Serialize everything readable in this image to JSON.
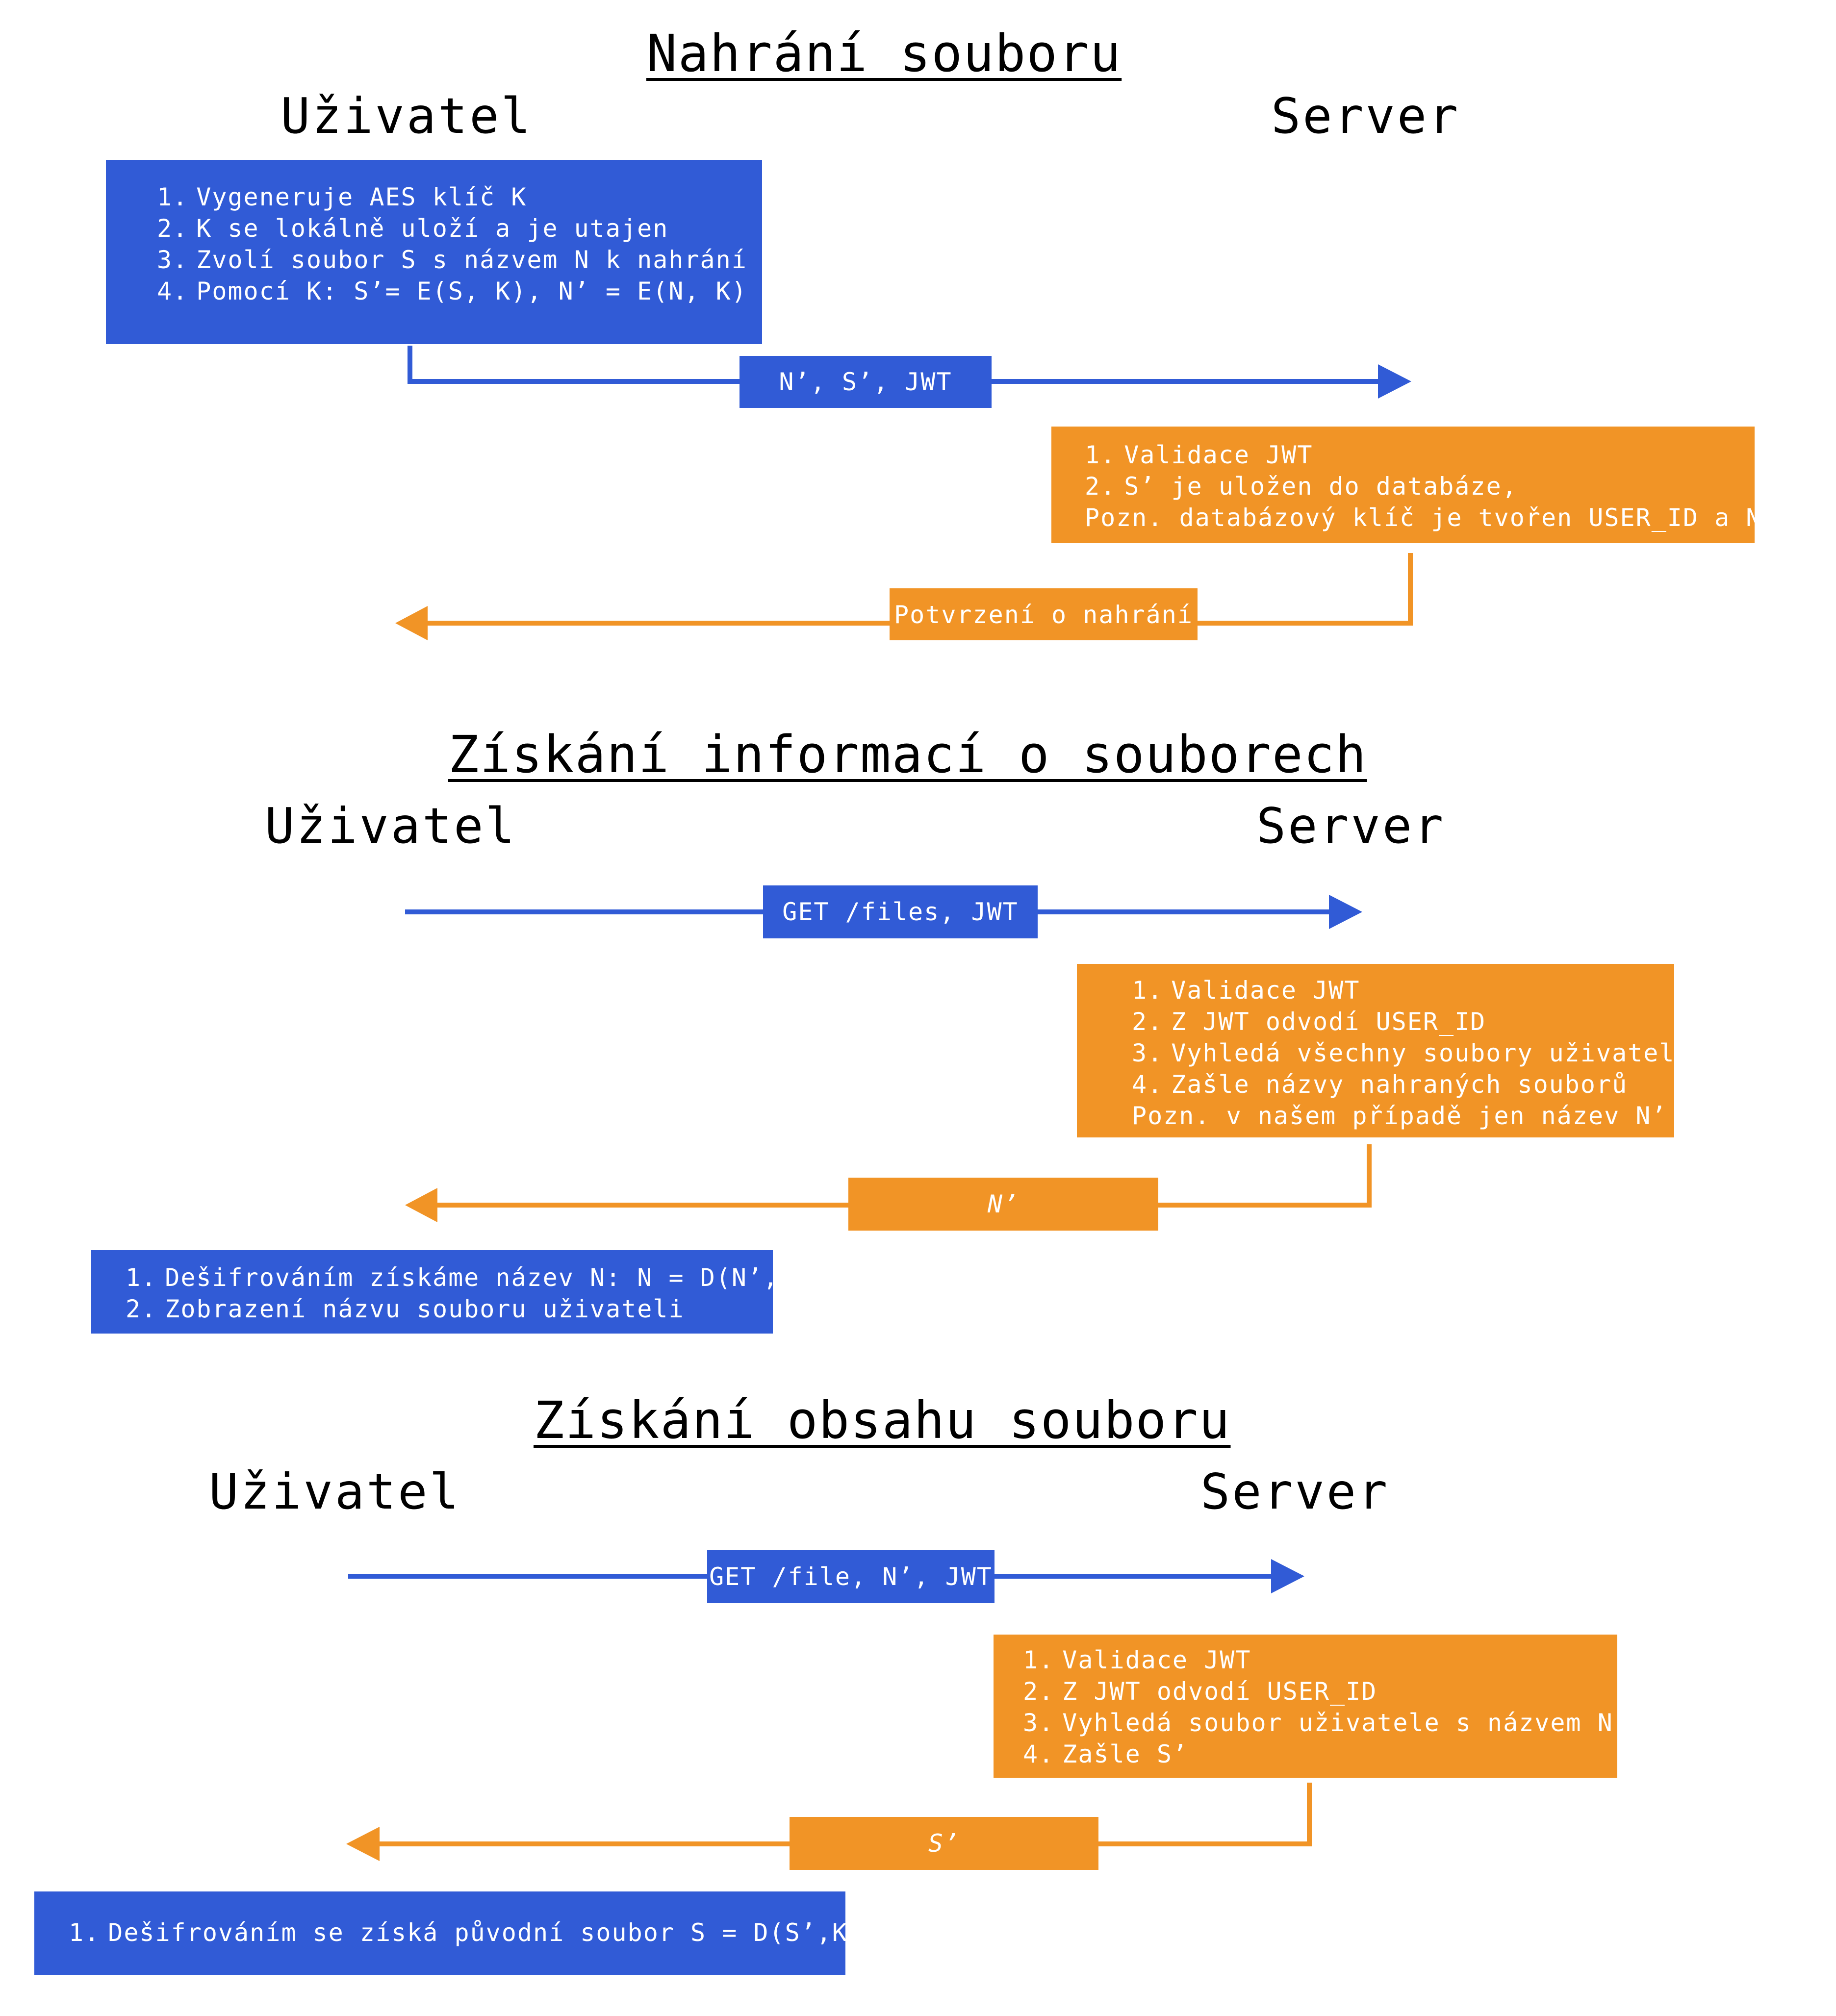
{
  "colors": {
    "user": "#315bd6",
    "server": "#f19426",
    "text": "#000000",
    "box_text": "#ffffff"
  },
  "sections": {
    "upload": {
      "title": "Nahrání souboru",
      "user": "Uživatel",
      "server": "Server",
      "user_steps": [
        {
          "n": "1.",
          "text": "Vygeneruje AES klíč K"
        },
        {
          "n": "2.",
          "text": "K se lokálně uloží a je utajen"
        },
        {
          "n": "3.",
          "text": "Zvolí soubor S s názvem N k nahrání"
        },
        {
          "n": "4.",
          "text": "Pomocí K: S’= E(S, K), N’ = E(N, K)"
        }
      ],
      "request_label": "N’, S’, JWT",
      "server_steps": [
        {
          "n": "1.",
          "text": "Validace JWT"
        },
        {
          "n": "2.",
          "text": "S’ je uložen do databáze,"
        },
        {
          "n": "",
          "text": "Pozn. databázový klíč je tvořen USER_ID a N’"
        }
      ],
      "response_label": "Potvrzení o nahrání"
    },
    "list": {
      "title": "Získání informací o souborech",
      "user": "Uživatel",
      "server": "Server",
      "request_label": "GET /files, JWT",
      "server_steps": [
        {
          "n": "1.",
          "text": "Validace JWT"
        },
        {
          "n": "2.",
          "text": "Z JWT odvodí USER_ID"
        },
        {
          "n": "3.",
          "text": "Vyhledá všechny soubory uživatele"
        },
        {
          "n": "4.",
          "text": "Zašle názvy nahraných souborů"
        },
        {
          "n": "",
          "text": "Pozn. v našem případě jen název N’"
        }
      ],
      "response_label": "N’",
      "user_steps": [
        {
          "n": "1.",
          "text": "Dešifrováním získáme název N: N = D(N’,K)"
        },
        {
          "n": "2.",
          "text": "Zobrazení názvu souboru uživateli"
        }
      ]
    },
    "content": {
      "title": "Získání obsahu souboru",
      "user": "Uživatel",
      "server": "Server",
      "request_label": "GET /file, N’, JWT",
      "server_steps": [
        {
          "n": "1.",
          "text": "Validace JWT"
        },
        {
          "n": "2.",
          "text": "Z JWT odvodí USER_ID"
        },
        {
          "n": "3.",
          "text": "Vyhledá soubor uživatele s názvem N’"
        },
        {
          "n": "4.",
          "text": "Zašle S’"
        }
      ],
      "response_label": "S’",
      "user_steps": [
        {
          "n": "1.",
          "text": "Dešifrováním se získá původní soubor S = D(S’,K)"
        }
      ]
    }
  }
}
